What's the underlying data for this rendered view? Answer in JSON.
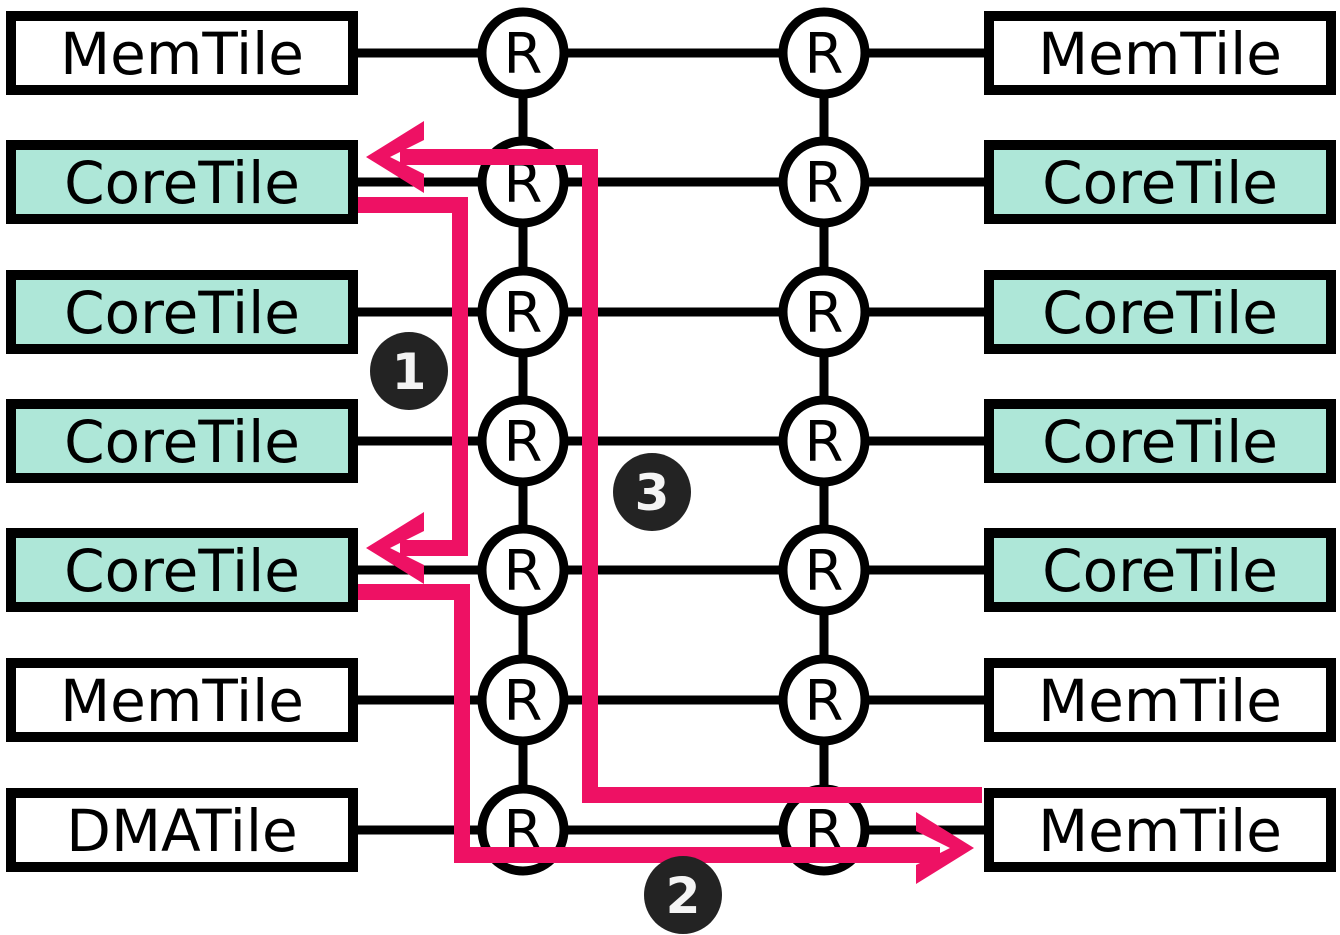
{
  "diagram": {
    "router_label": "R",
    "left_tiles": [
      "MemTile",
      "CoreTile",
      "CoreTile",
      "CoreTile",
      "CoreTile",
      "MemTile",
      "DMATile"
    ],
    "right_tiles": [
      "MemTile",
      "CoreTile",
      "CoreTile",
      "CoreTile",
      "CoreTile",
      "MemTile",
      "MemTile"
    ],
    "routes": [
      {
        "badge": "1",
        "from": "CoreTile (left column, row 2)",
        "to": "CoreTile (left column, row 5)"
      },
      {
        "badge": "2",
        "from": "CoreTile (left column, row 5)",
        "to": "MemTile (right column, row 7)"
      },
      {
        "badge": "3",
        "from": "MemTile (right column, row 7)",
        "to": "CoreTile (left column, row 2)"
      }
    ],
    "colors": {
      "background": "#ffffff",
      "outline": "#000000",
      "core_tile_fill": "#aee7d8",
      "mem_tile_fill": "#ffffff",
      "route": "#ee1164",
      "badge_fill": "#232323",
      "badge_text": "#f4f4f4"
    }
  }
}
